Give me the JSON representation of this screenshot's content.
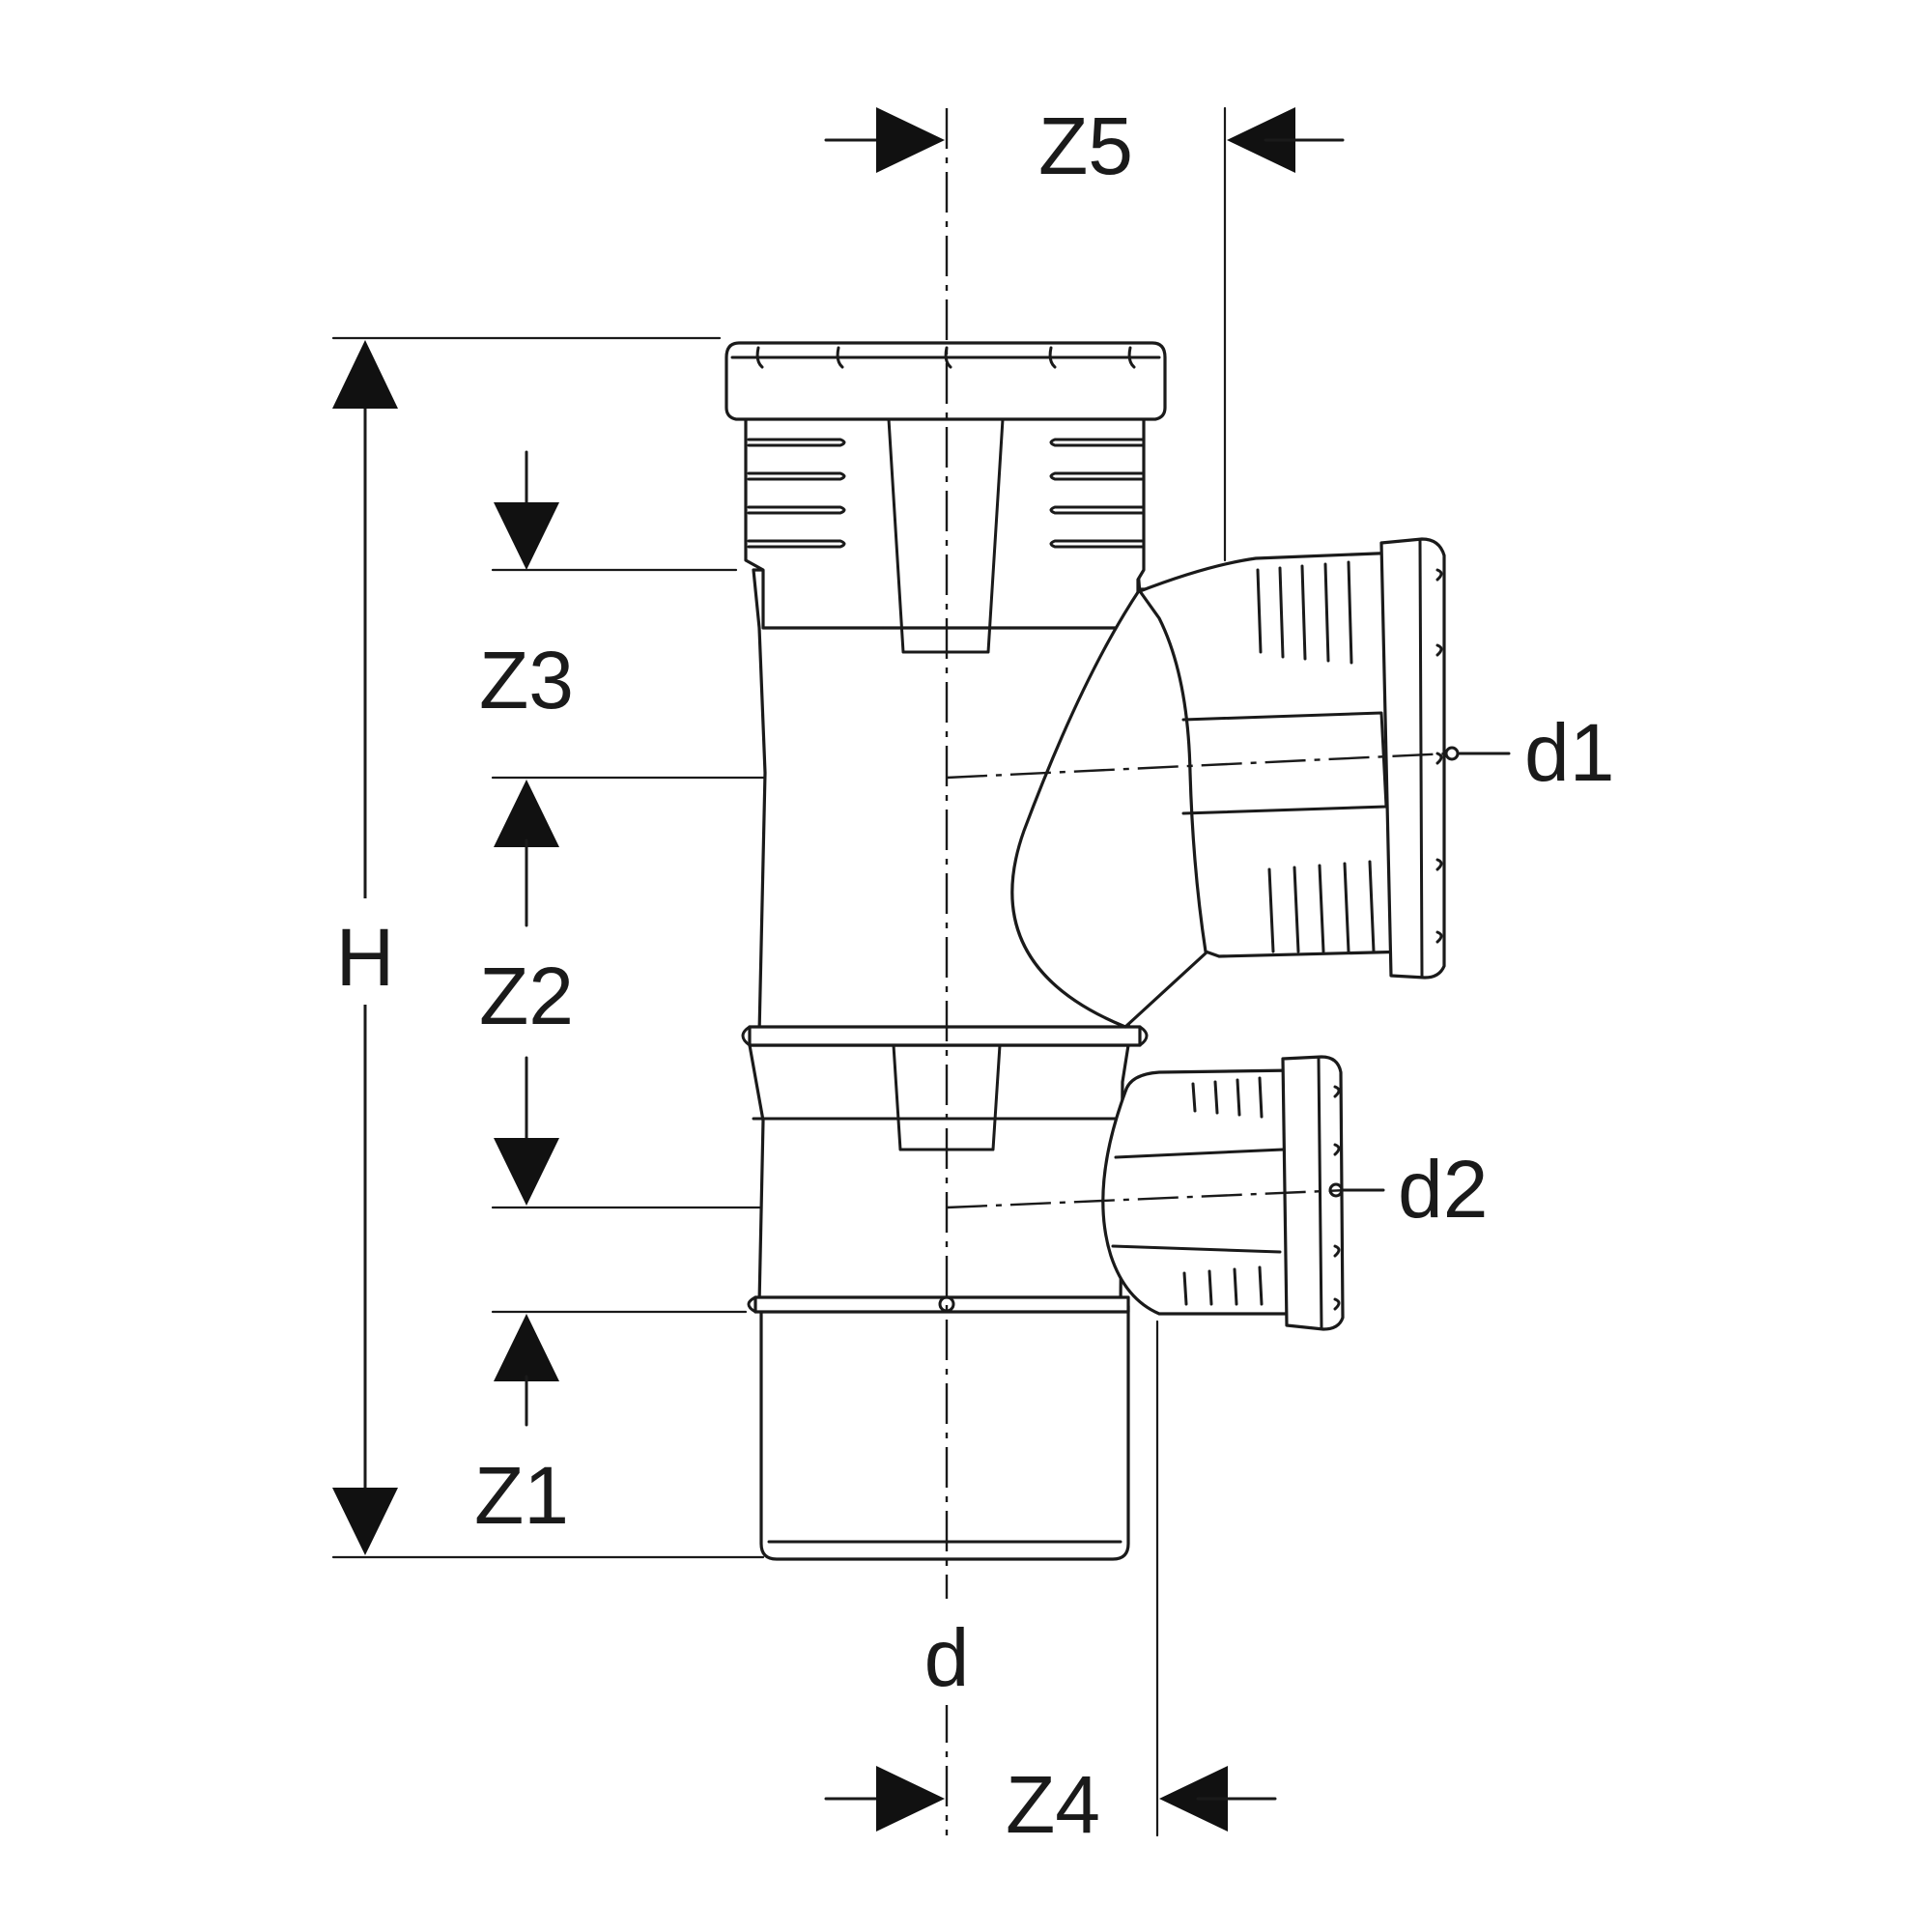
{
  "diagram": {
    "labels": {
      "z5": "Z5",
      "z3": "Z3",
      "z2": "Z2",
      "z1": "Z1",
      "h": "H",
      "d": "d",
      "d1": "d1",
      "d2": "d2",
      "z4": "Z4"
    },
    "colors": {
      "line": "#1a1a1a",
      "background": "#ffffff"
    }
  }
}
